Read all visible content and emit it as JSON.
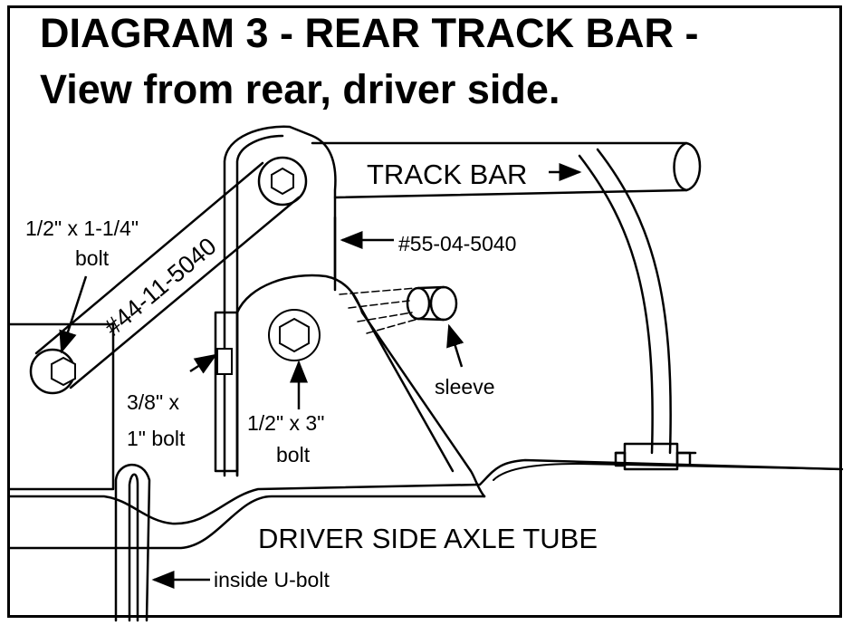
{
  "title": {
    "line1": "DIAGRAM  3 - REAR TRACK BAR -",
    "line2": "View from rear, driver side."
  },
  "labels": {
    "track_bar": "TRACK BAR",
    "part_55": "#55-04-5040",
    "part_44": "#44-11-5040",
    "bolt_half_1_1_4_line1": "1/2\" x 1-1/4\"",
    "bolt_half_1_1_4_line2": "bolt",
    "bolt_3_8_line1": "3/8\" x",
    "bolt_3_8_line2": "1\" bolt",
    "bolt_half_3_line1": "1/2\" x 3\"",
    "bolt_half_3_line2": "bolt",
    "sleeve": "sleeve",
    "axle_tube": "DRIVER SIDE AXLE TUBE",
    "u_bolt": "inside U-bolt"
  }
}
